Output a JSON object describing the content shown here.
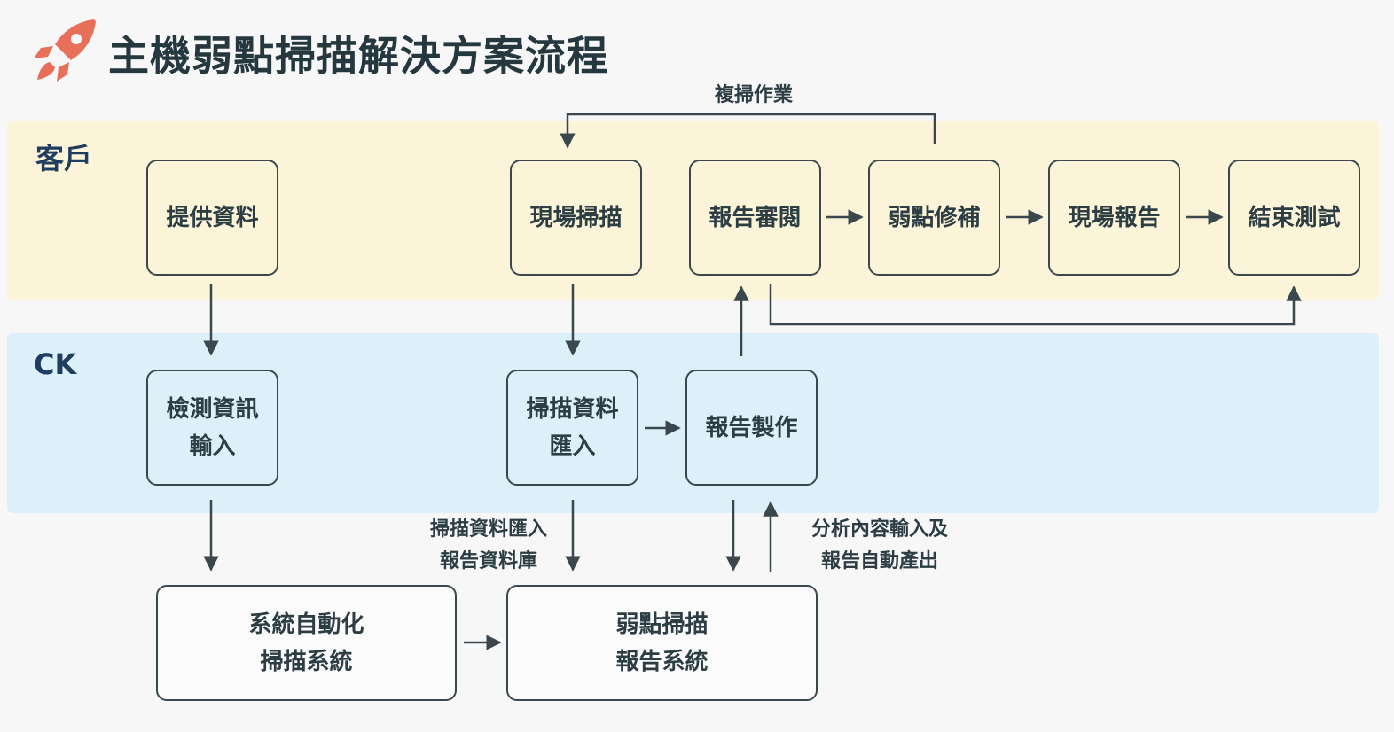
{
  "header": {
    "title": "主機弱點掃描解決方案流程"
  },
  "lanes": {
    "client": "客戶",
    "ck": "CK"
  },
  "boxes": {
    "provide_data": "提供資料",
    "onsite_scan": "現場掃描",
    "report_review": "報告審閱",
    "vuln_fix": "弱點修補",
    "onsite_report": "現場報告",
    "end_test": "結束測試",
    "detect_input": "檢測資訊\n輸入",
    "scan_import": "掃描資料\n匯入",
    "report_make": "報告製作",
    "auto_scan_system": "系統自動化\n掃描系統",
    "vuln_report_system": "弱點掃描\n報告系統"
  },
  "notes": {
    "rescan": "複掃作業",
    "import_db": "掃描資料匯入\n報告資料庫",
    "analysis": "分析內容輸入及\n報告自動產出"
  },
  "colors": {
    "client_lane": "#fbf4d9",
    "ck_lane": "#dcf0f9",
    "logo": "#e8705a",
    "stroke": "#3a474d"
  },
  "icons": {
    "logo": "rocket-icon"
  }
}
